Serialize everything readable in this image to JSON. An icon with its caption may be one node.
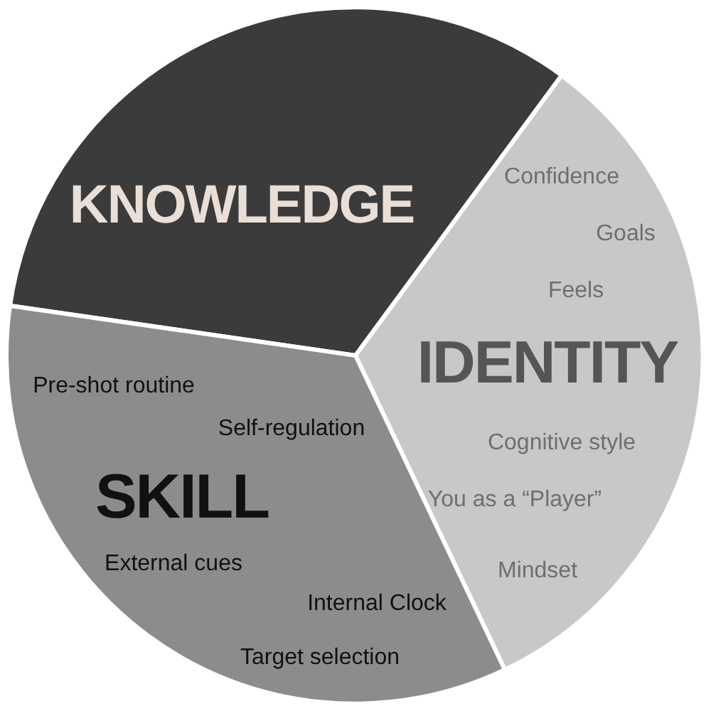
{
  "diagram": {
    "nodes": [
      {
        "text": [
          "KNOWLEDGE"
        ]
      },
      {
        "text": [
          "Confidence",
          "Goals",
          "Feels",
          "IDENTITY",
          "Cognitive style",
          "You as a “Player”",
          "Mindset"
        ]
      },
      {
        "text": [
          "SKILL",
          "Pre-shot routine",
          "Self-regulation",
          "External cues",
          "Internal Clock",
          "Target selection"
        ]
      }
    ]
  }
}
